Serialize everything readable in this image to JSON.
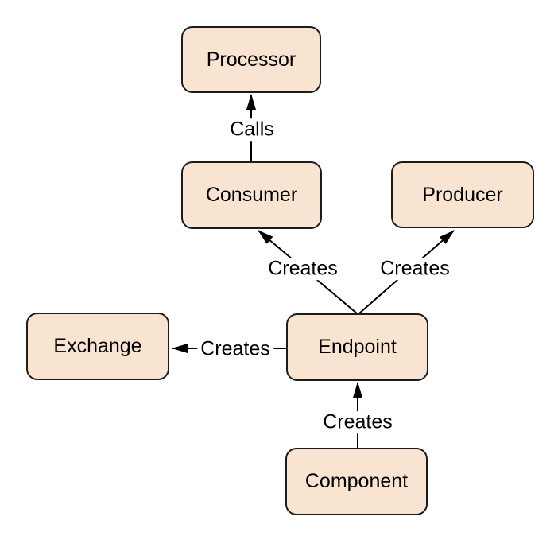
{
  "diagram": {
    "nodes": [
      {
        "id": "processor",
        "label": "Processor"
      },
      {
        "id": "consumer",
        "label": "Consumer"
      },
      {
        "id": "producer",
        "label": "Producer"
      },
      {
        "id": "exchange",
        "label": "Exchange"
      },
      {
        "id": "endpoint",
        "label": "Endpoint"
      },
      {
        "id": "component",
        "label": "Component"
      }
    ],
    "edges": [
      {
        "from": "Consumer",
        "to": "Processor",
        "label": "Calls"
      },
      {
        "from": "Endpoint",
        "to": "Consumer",
        "label": "Creates"
      },
      {
        "from": "Endpoint",
        "to": "Producer",
        "label": "Creates"
      },
      {
        "from": "Endpoint",
        "to": "Exchange",
        "label": "Creates"
      },
      {
        "from": "Component",
        "to": "Endpoint",
        "label": "Creates"
      }
    ],
    "colors": {
      "node_fill": "#f8e4d1",
      "node_border": "#1c1c1c",
      "arrow": "#000000",
      "background": "#ffffff",
      "text": "#000000"
    }
  }
}
